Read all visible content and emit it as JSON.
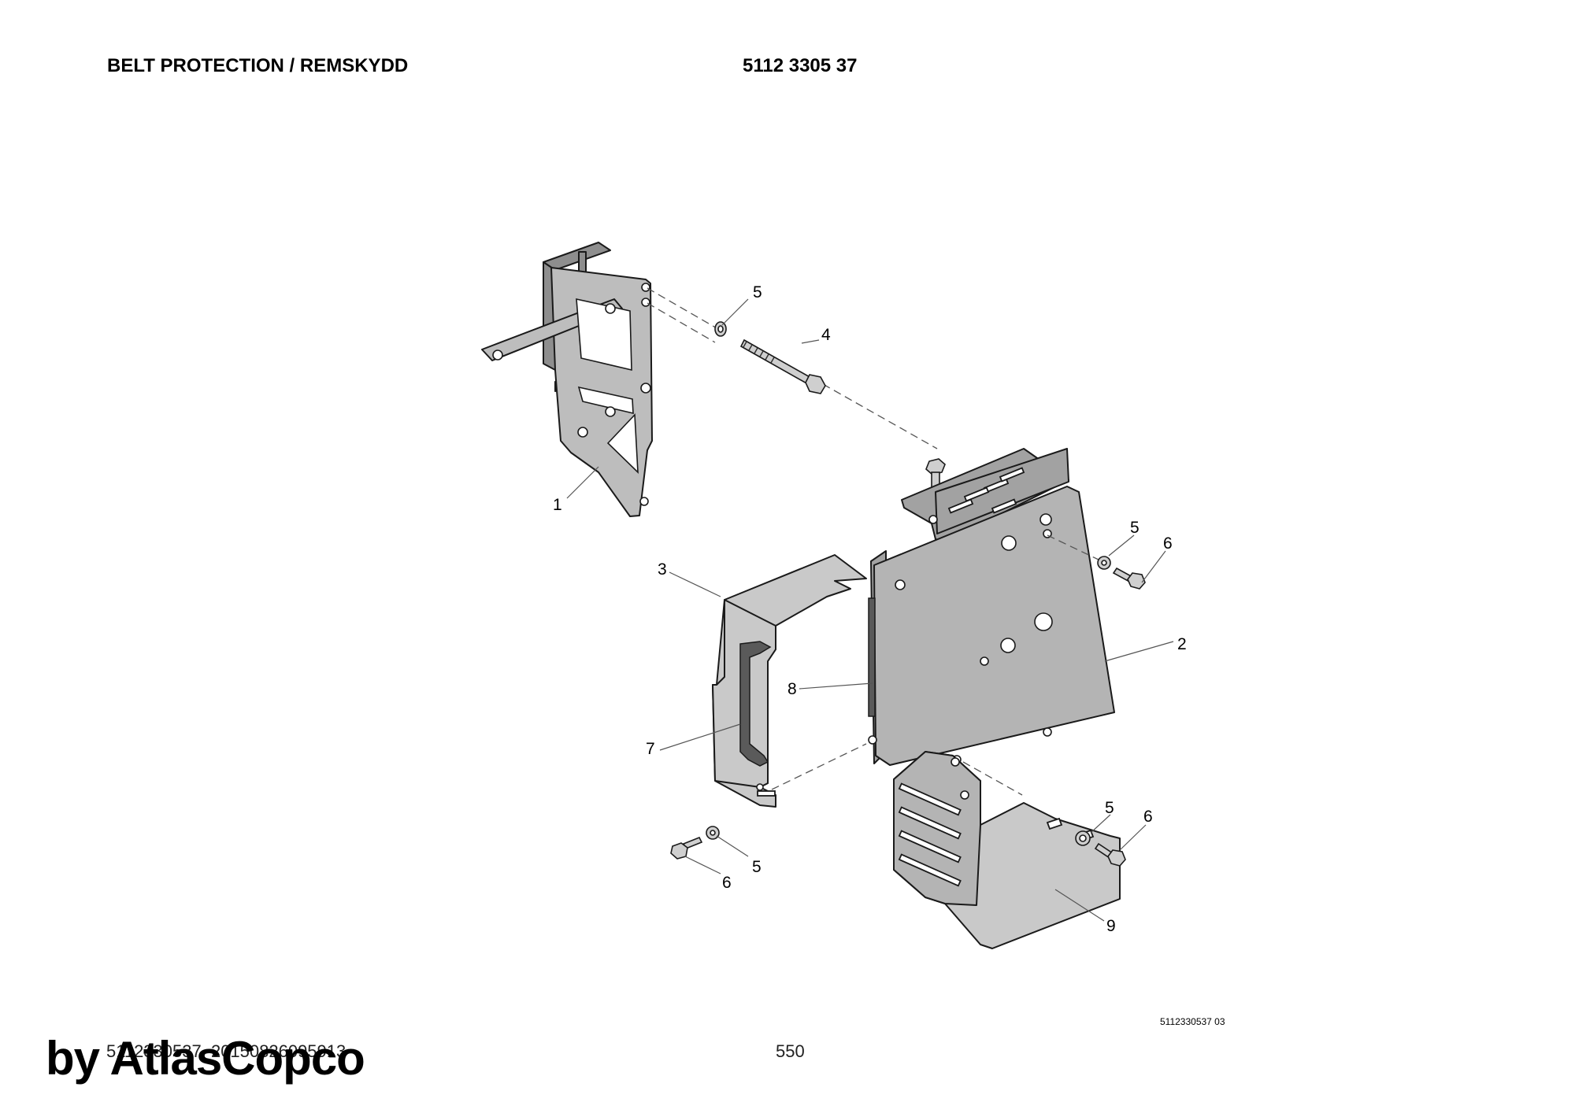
{
  "header": {
    "title": "BELT PROTECTION / REMSKYDD",
    "part_number": "5112 3305 37"
  },
  "callouts": {
    "c1": "1",
    "c2": "2",
    "c3": "3",
    "c4": "4",
    "c5a": "5",
    "c5b": "5",
    "c5c": "5",
    "c5d": "5",
    "c6a": "6",
    "c6b": "6",
    "c6c": "6",
    "c7": "7",
    "c8": "8",
    "c9": "9"
  },
  "drawing_reference": "5112330537 03",
  "footer": {
    "file_reference": "5112330537_20150826095913",
    "page_number": "550"
  },
  "watermark": "by AtlasCopco"
}
